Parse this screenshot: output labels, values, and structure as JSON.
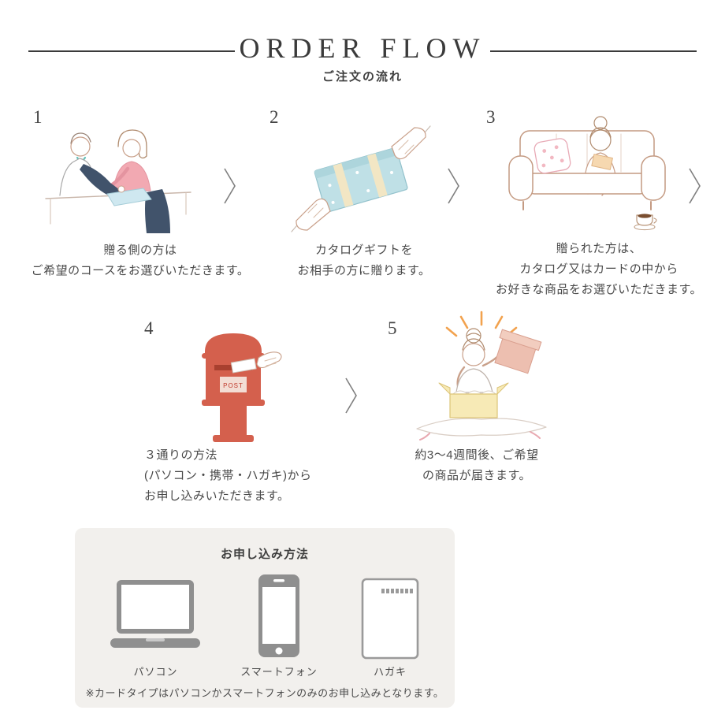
{
  "header": {
    "title": "ORDER FLOW",
    "subtitle": "ご注文の流れ"
  },
  "steps": [
    {
      "number": "1",
      "lines": [
        "贈る側の方は",
        "ご希望のコースをお選びいただきます。"
      ]
    },
    {
      "number": "2",
      "lines": [
        "カタログギフトを",
        "お相手の方に贈ります。"
      ]
    },
    {
      "number": "3",
      "lines": [
        "贈られた方は、",
        "カタログ又はカードの中から",
        "お好きな商品をお選びいただきます。"
      ]
    },
    {
      "number": "4",
      "lines": [
        "３通りの方法",
        "(パソコン・携帯・ハガキ)から",
        "お申し込みいただきます。"
      ]
    },
    {
      "number": "5",
      "lines": [
        "約3〜4週間後、ご希望",
        "の商品が届きます。"
      ]
    }
  ],
  "postbox_label": "POST",
  "apply": {
    "title": "お申し込み方法",
    "methods": [
      {
        "label": "パソコン",
        "icon": "laptop-icon"
      },
      {
        "label": "スマートフォン",
        "icon": "smartphone-icon"
      },
      {
        "label": "ハガキ",
        "icon": "postcard-icon"
      }
    ],
    "note": "※カードタイプはパソコンかスマートフォンのみのお申し込みとなります。"
  },
  "colors": {
    "accent_red": "#d4604d",
    "panel_bg": "#f2f0ed",
    "text": "#4a4a4a",
    "icon_gray": "#8f8f8f",
    "sparkle_orange": "#f2a24e"
  }
}
